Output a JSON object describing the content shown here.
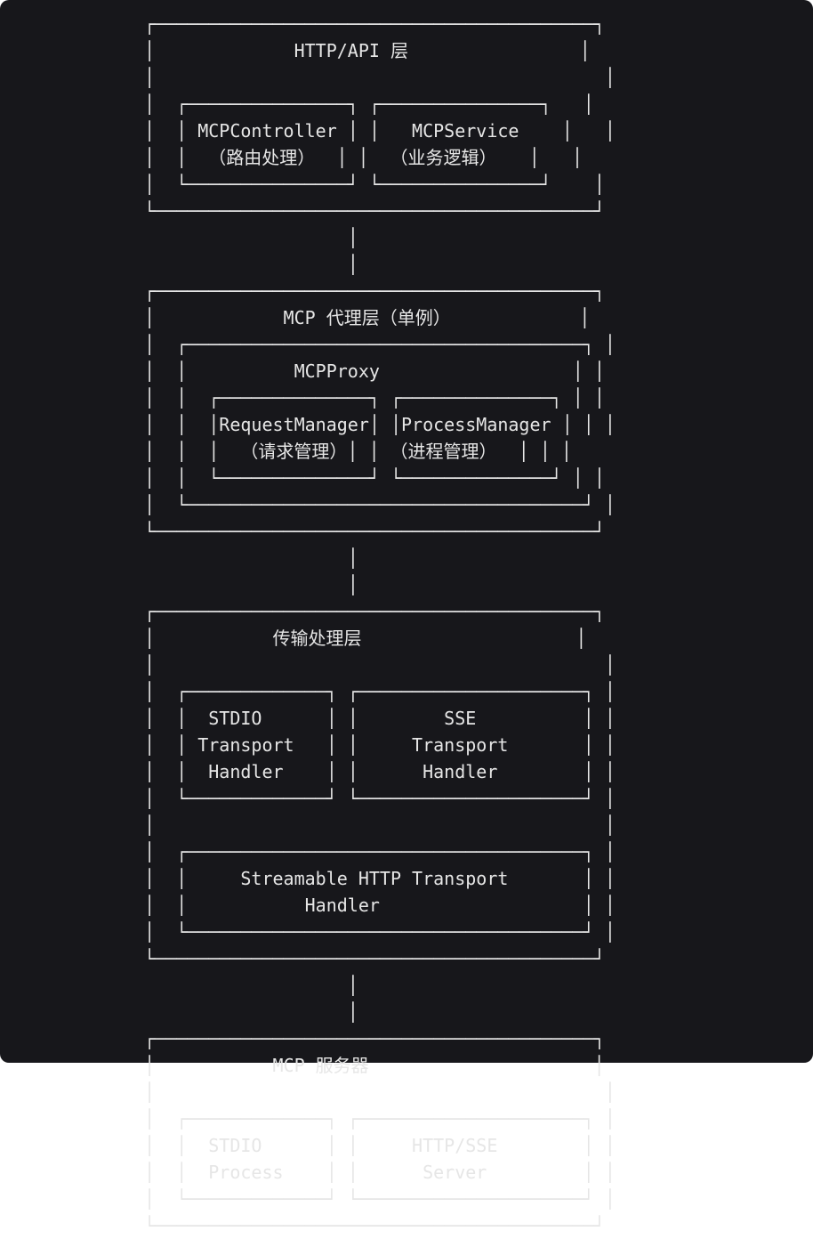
{
  "diagram": {
    "lines": [
      "┌─────────────────────────────────────────┐",
      "│             HTTP/API 层                │",
      "│                                          │",
      "│  ┌───────────────┐ ┌───────────────┐   │",
      "│  │ MCPController │ │   MCPService    │   │",
      "│  │  （路由处理）  │ │  （业务逻辑）   │   │",
      "│  └───────────────┘ └───────────────┘    │",
      "└─────────────────────────────────────────┘",
      "                   │",
      "                   │",
      "┌─────────────────────────────────────────┐",
      "│            MCP 代理层（单例）            │",
      "│  ┌─────────────────────────────────────┐ │",
      "│  │          MCPProxy                  │ │",
      "│  │  ┌──────────────┐ ┌──────────────┐ │ │",
      "│  │  │RequestManager│ │ProcessManager │ │ │",
      "│  │  │  （请求管理）│ │ （进程管理）  │ │ │",
      "│  │  └──────────────┘ └──────────────┘ │ │",
      "│  └─────────────────────────────────────┘ │",
      "└─────────────────────────────────────────┘",
      "                   │",
      "                   │",
      "┌─────────────────────────────────────────┐",
      "│           传输处理层                    │",
      "│                                          │",
      "│  ┌─────────────┐ ┌─────────────────────┐ │",
      "│  │  STDIO      │ │        SSE          │ │",
      "│  │ Transport   │ │     Transport       │ │",
      "│  │  Handler    │ │      Handler        │ │",
      "│  └─────────────┘ └─────────────────────┘ │",
      "│                                          │",
      "│  ┌─────────────────────────────────────┐ │",
      "│  │     Streamable HTTP Transport       │ │",
      "│  │           Handler                   │ │",
      "│  └─────────────────────────────────────┘ │",
      "└─────────────────────────────────────────┘",
      "                   │",
      "                   │",
      "┌─────────────────────────────────────────┐",
      "│           MCP 服务器                     │",
      "│                                          │",
      "│  ┌─────────────┐ ┌─────────────────────┐ │",
      "│  │  STDIO      │ │     HTTP/SSE        │ │",
      "│  │  Process    │ │      Server         │ │",
      "│  └─────────────┘ └─────────────────────┘ │",
      "└─────────────────────────────────────────┘"
    ]
  }
}
